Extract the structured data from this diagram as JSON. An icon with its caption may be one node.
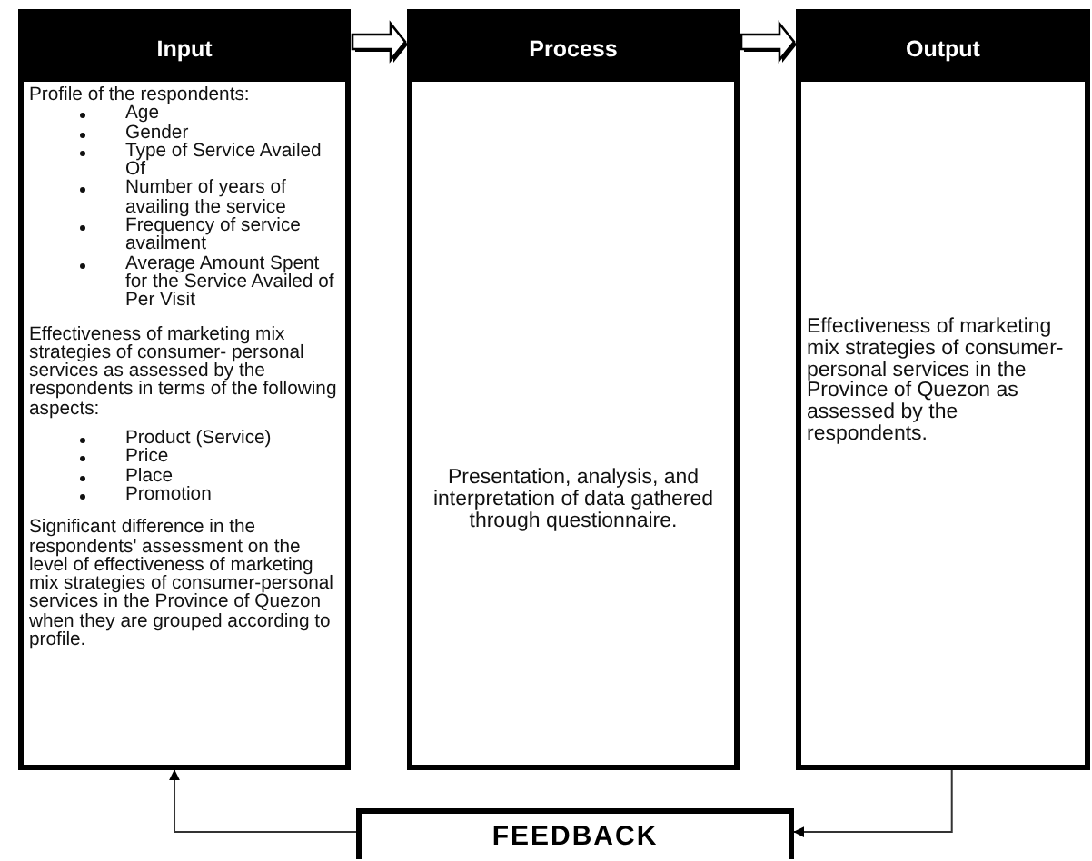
{
  "diagram": {
    "nodes": [
      {
        "text": [
          "Input",
          "Profile of the respondents:",
          "Age",
          "Gender",
          "Type of Service Availed Of",
          "Number of years of availing the service",
          "Frequency of service availment",
          "Average Amount Spent for the Service Availed of Per Visit",
          "Effectiveness of marketing mix strategies of consumer- personal services as assessed by the respondents in terms of the following aspects:",
          "Product (Service)",
          "Price",
          "Place",
          "Promotion",
          "Significant difference in the respondents' assessment on the level of effectiveness of marketing mix strategies of consumer-personal services in the Province of Quezon when they are grouped according to profile."
        ]
      },
      {
        "text": [
          "Process",
          "Presentation, analysis, and interpretation of data gathered through questionnaire."
        ]
      },
      {
        "text": [
          "Output",
          "Effectiveness of marketing mix strategies of consumer- personal services in the Province of Quezon as assessed by the respondents."
        ]
      },
      {
        "text": [
          "FEEDBACK"
        ]
      }
    ],
    "edges": [
      {
        "from": 0,
        "to": 1,
        "arrow": "to",
        "style": "thick"
      },
      {
        "from": 1,
        "to": 2,
        "arrow": "to",
        "style": "thick"
      },
      {
        "from": 2,
        "to": 3,
        "arrow": "to"
      },
      {
        "from": 3,
        "to": 0,
        "arrow": "to"
      }
    ]
  }
}
